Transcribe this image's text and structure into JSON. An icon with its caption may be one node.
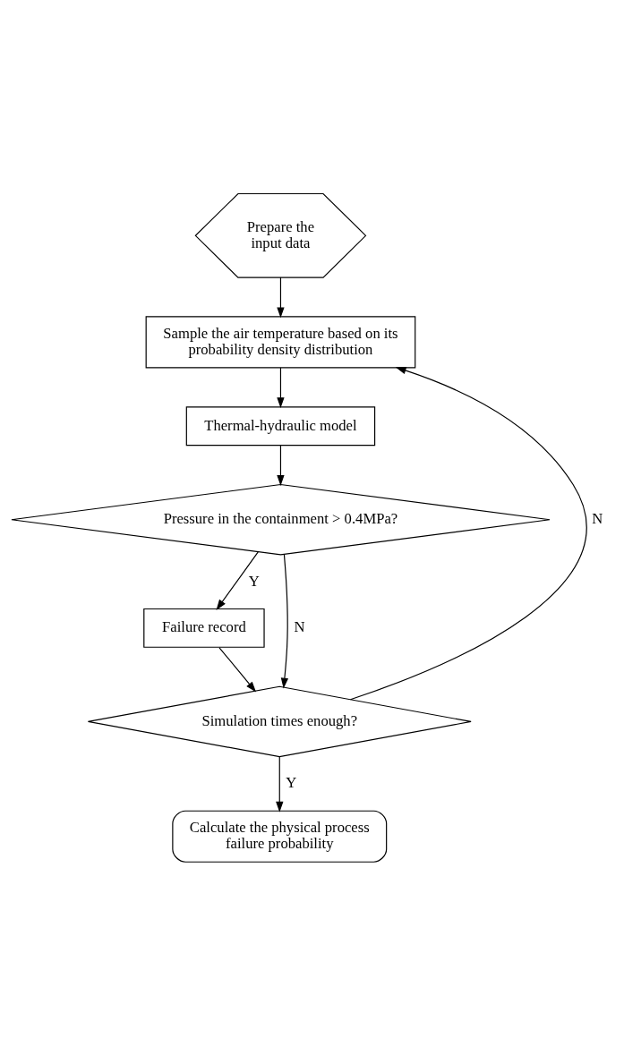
{
  "diagram": {
    "nodes": [
      {
        "text": [
          "Prepare the input data"
        ]
      },
      {
        "text": [
          "Sample the air temperature based on its probability density distribution"
        ]
      },
      {
        "text": [
          "Thermal-hydraulic model"
        ]
      },
      {
        "text": [
          "Pressure in the containment > 0.4MPa?"
        ]
      },
      {
        "text": [
          "Failure record"
        ]
      },
      {
        "text": [
          "Simulation times enough?"
        ]
      },
      {
        "text": [
          "Calculate the physical process failure probability"
        ]
      }
    ],
    "edges": [
      {
        "from": 0,
        "to": 1,
        "arrow": "to"
      },
      {
        "from": 1,
        "to": 2,
        "arrow": "to"
      },
      {
        "from": 2,
        "to": 3,
        "arrow": "to"
      },
      {
        "from": 3,
        "to": 4,
        "arrow": "to",
        "label": "Y"
      },
      {
        "from": 3,
        "to": 5,
        "arrow": "to",
        "label": "N"
      },
      {
        "from": 4,
        "to": 5,
        "arrow": "to"
      },
      {
        "from": 5,
        "to": 1,
        "arrow": "to",
        "label": "N"
      },
      {
        "from": 5,
        "to": 6,
        "arrow": "to",
        "label": "Y"
      }
    ]
  }
}
